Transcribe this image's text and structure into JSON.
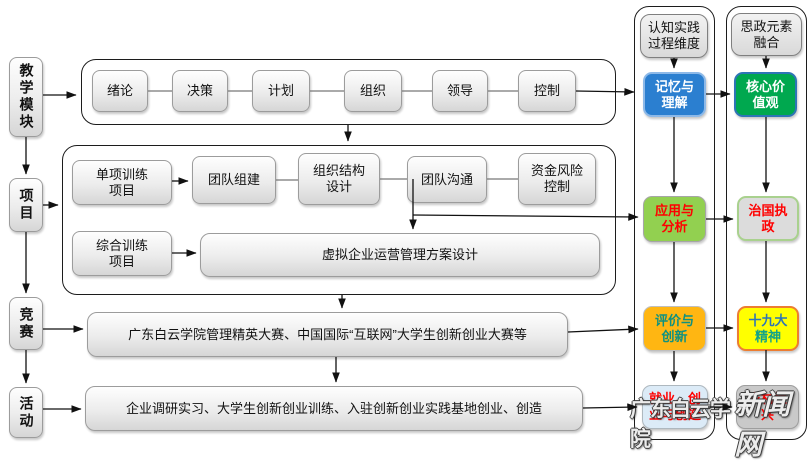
{
  "left_rail": {
    "module": "教学模块",
    "project": "项目",
    "competition": "竞赛",
    "activity": "活动"
  },
  "module_flow": {
    "items": [
      "绪论",
      "决策",
      "计划",
      "组织",
      "领导",
      "控制"
    ]
  },
  "project_section": {
    "single_project": "单项训练\n项目",
    "team_build": "团队组建",
    "org_design": "组织结构\n设计",
    "team_comm": "团队沟通",
    "fund_risk": "资金风险\n控制",
    "comprehensive_project": "综合训练\n项目",
    "virtual_plan": "虚拟企业运营管理方案设计"
  },
  "competition_row": "广东白云学院管理精英大赛、中国国际“互联网”大学生创新创业大赛等",
  "activity_row": "企业调研实习、大学生创新创业训练、入驻创新创业实践基地创业、创造",
  "cognition_column": {
    "header": "认知实践\n过程维度",
    "memory": {
      "label": "记忆与\n理解",
      "fill": "#2b7fd0",
      "text": "#ffffff",
      "border": "#8db9e8"
    },
    "apply": {
      "label": "应用与\n分析",
      "fill": "#92d050",
      "text": "#ff0000",
      "border": "#a6a6a6"
    },
    "evaluate": {
      "label": "评价与\n创新",
      "fill": "#ffb612",
      "text": "#0f9180",
      "border": "#bfbfbf"
    },
    "employ": {
      "label": "就业、创\n业与创造",
      "fill": "#dcebf7",
      "text": "#ff0000",
      "border": "#aeb8bf"
    }
  },
  "ideology_column": {
    "header": "思政元素\n融合",
    "core_values": {
      "label": "核心价\n值观",
      "fill": "#00a84f",
      "text": "#ffffff",
      "border": "#2e75b6"
    },
    "governance": {
      "label": "治国执\n政",
      "fill": "#dcdcdc",
      "text": "#ff0000",
      "border": "#a9d18e"
    },
    "congress_spirit": {
      "line1": "十九大",
      "line2": "精神",
      "fill": "#ffff00",
      "text1": "#2e75b6",
      "text2": "#12a389",
      "border": "#ed7d31"
    },
    "rural": {
      "label": "乡村振\n兴",
      "fill": "#c9c9c9",
      "text": "#ff0000",
      "border": "#9e9e9e"
    }
  },
  "watermark": {
    "part1": "广东白云学院",
    "part2": "新闻网"
  },
  "edges": [
    "教学模块→模块流程容器",
    "教学模块→项目",
    "项目→项目训练容器",
    "项目→竞赛",
    "竞赛→活动",
    "绪论—决策",
    "决策—计划",
    "计划—组织",
    "组织—领导",
    "领导—控制",
    "模块流程容器→项目训练容器",
    "控制→记忆与理解",
    "单项训练项目→团队组建",
    "团队组建—组织结构设计",
    "组织结构设计—团队沟通",
    "团队沟通—资金风险控制",
    "组织结构设计→虚拟企业运营管理方案设计",
    "综合训练项目→虚拟企业运营管理方案设计",
    "项目训练容器→应用与分析",
    "项目训练容器→竞赛行",
    "竞赛行→活动行",
    "竞赛→竞赛行",
    "竞赛行→评价与创新",
    "活动→活动行",
    "活动行→就业、创业与创造",
    "认知实践过程维度→记忆与理解→应用与分析→评价与创新→就业、创业与创造",
    "思政元素融合→核心价值观→治国执政→十九大精神→乡村振兴",
    "记忆与理解→核心价值观",
    "应用与分析→治国执政",
    "评价与创新→十九大精神",
    "就业、创业与创造→乡村振兴"
  ]
}
